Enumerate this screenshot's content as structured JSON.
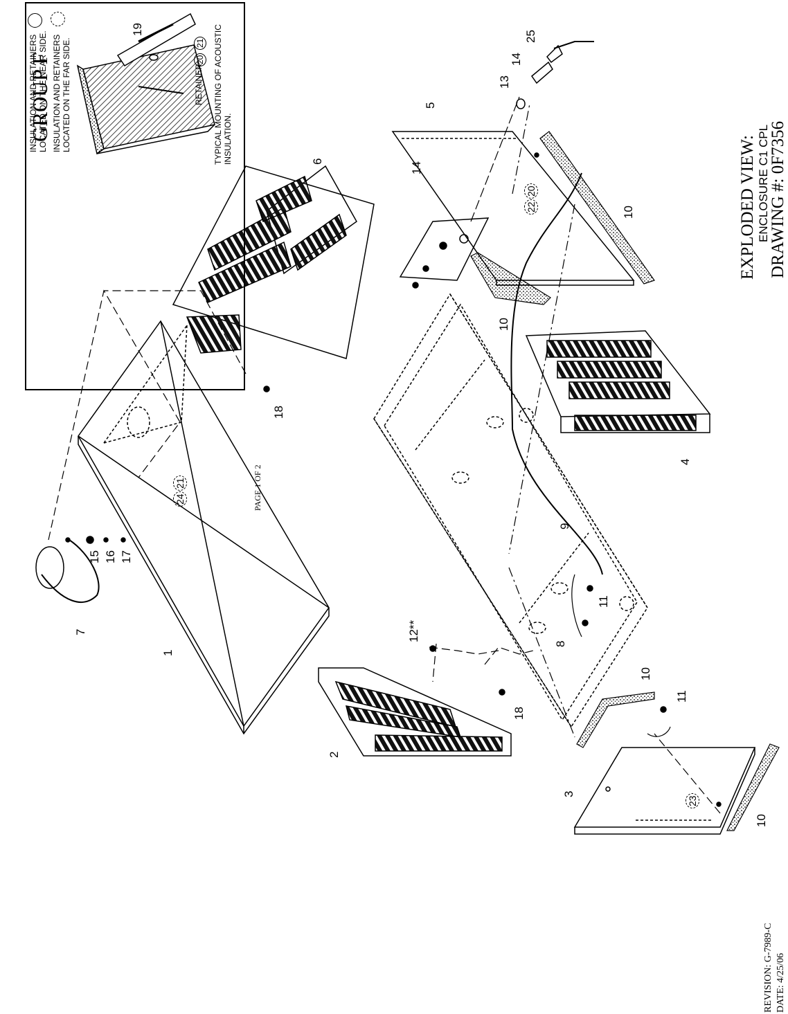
{
  "header": {
    "group": "GROUP F"
  },
  "legend": {
    "near_side": [
      "INSULATION AND RETAINERS",
      "LOCATED ON THE NEAR SIDE."
    ],
    "far_side": [
      "INSULATION AND RETAINERS",
      "LOCATED ON THE FAR SIDE."
    ],
    "typical": [
      "TYPICAL MOUNTING OF ACOUSTIC",
      "INSULATION."
    ],
    "retainer_label": "RETAINER",
    "retainer_callouts": [
      "20",
      "21"
    ],
    "inset_callout": "19"
  },
  "title_block": {
    "title": "EXPLODED VIEW:",
    "subtitle": "ENCLOSURE C1 CPL",
    "drawing": "DRAWING #: 0F7356"
  },
  "footer": {
    "revision": "REVISION: G-7989-C",
    "date": "DATE:  4/25/06",
    "page": "PAGE 1 OF 2"
  },
  "callouts": {
    "c1": "1",
    "c2": "2",
    "c3": "3",
    "c4": "4",
    "c5": "5",
    "c6": "6",
    "c7": "7",
    "c8": "8",
    "c9": "9",
    "c10a": "10",
    "c10b": "10",
    "c10c": "10",
    "c10d": "10",
    "c11a": "11",
    "c11b": "11",
    "c12": "12**",
    "c13": "13",
    "c14a": "14",
    "c14b": "14",
    "c15": "15",
    "c16": "16",
    "c17": "17",
    "c18a": "18",
    "c18b": "18",
    "c25": "25",
    "c20": "20",
    "c21": "21",
    "c22": "22",
    "c23": "23",
    "c24": "24"
  }
}
